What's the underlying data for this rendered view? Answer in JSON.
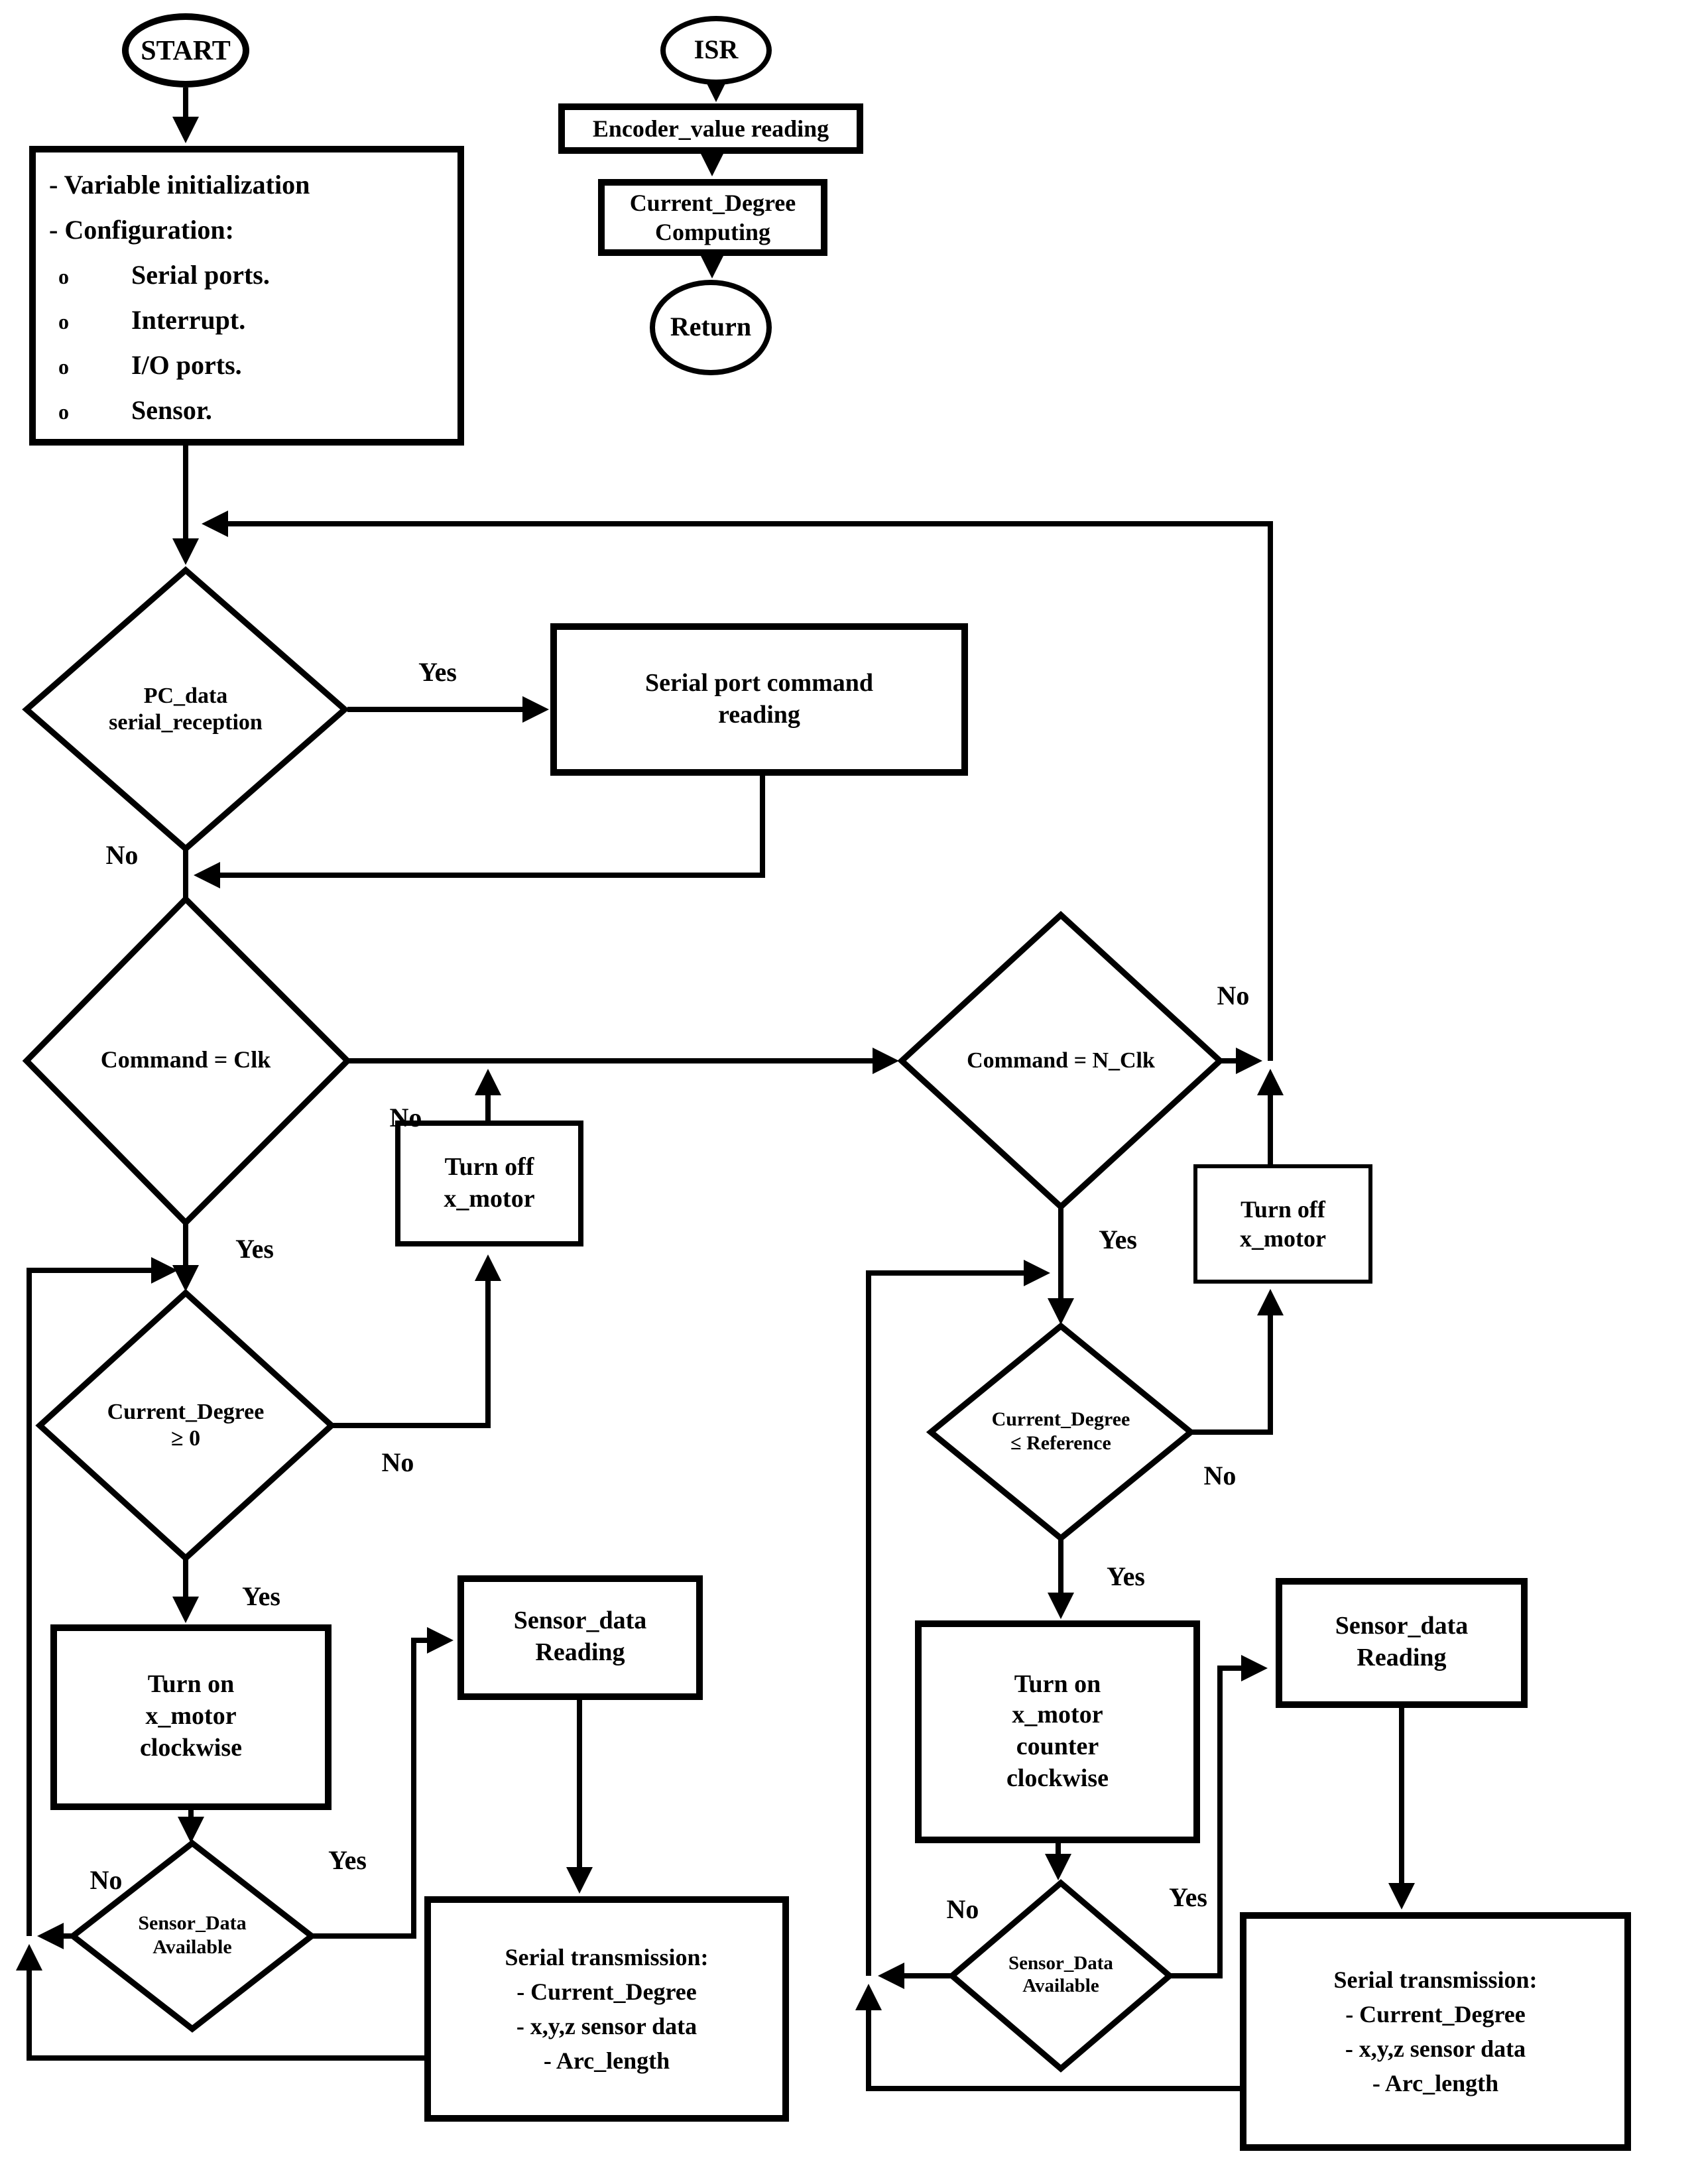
{
  "colors": {
    "ink": "#000000",
    "paper": "#ffffff"
  },
  "labels": {
    "yes": "Yes",
    "no": "No"
  },
  "main_flow": {
    "start": "START",
    "init_lines": [
      "- Variable initialization",
      "- Configuration:"
    ],
    "init_bullet": "o",
    "init_items": [
      "Serial ports.",
      "Interrupt.",
      "I/O ports.",
      "Sensor."
    ],
    "pc_data": {
      "l1": "PC_data",
      "l2": "serial_reception"
    },
    "serial_cmd": {
      "l1": "Serial port command",
      "l2": "reading"
    },
    "cmd_clk": "Command = Clk",
    "cmd_nclk": "Command = N_Clk",
    "turn_off": {
      "l1": "Turn off",
      "l2": "x_motor"
    },
    "cd_ge0": {
      "l1": "Current_Degree",
      "l2": "≥ 0"
    },
    "cd_le_ref": {
      "l1": "Current_Degree",
      "l2": "≤ Reference"
    },
    "turn_on_cw": [
      "Turn on",
      "x_motor",
      "clockwise"
    ],
    "turn_on_ccw": [
      "Turn on",
      "x_motor",
      "counter",
      "clockwise"
    ],
    "sensor_avail": {
      "l1": "Sensor_Data",
      "l2": "Available"
    },
    "sensor_read": {
      "l1": "Sensor_data",
      "l2": "Reading"
    },
    "serial_tx": [
      "Serial transmission:",
      "- Current_Degree",
      "- x,y,z sensor data",
      "- Arc_length"
    ]
  },
  "isr_flow": {
    "isr": "ISR",
    "encoder": "Encoder_value reading",
    "cd_comp": {
      "l1": "Current_Degree",
      "l2": "Computing"
    },
    "return": "Return"
  }
}
